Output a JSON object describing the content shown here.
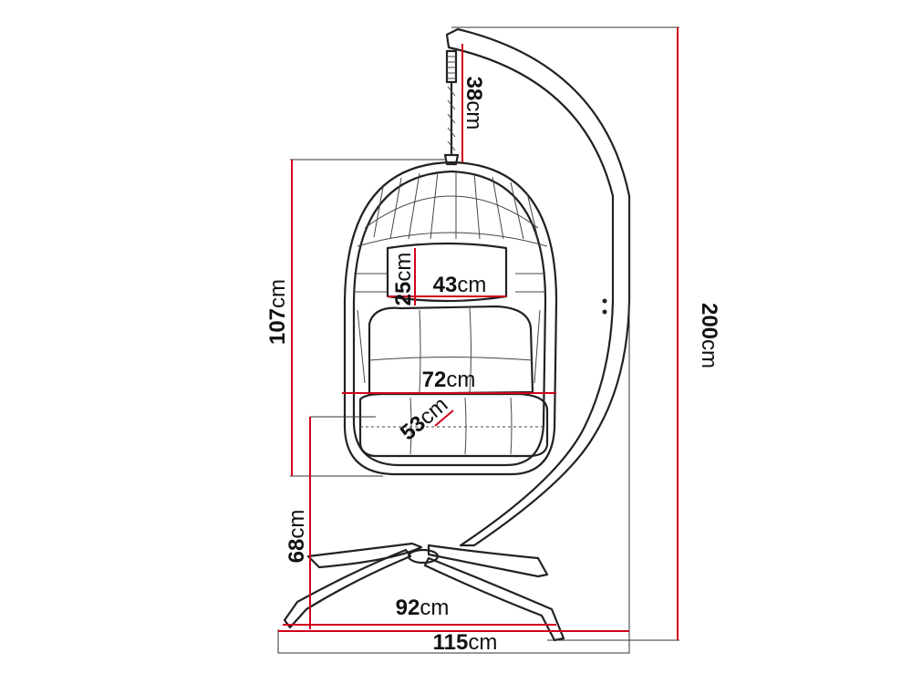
{
  "dimensions": {
    "stand_height": {
      "value": "200",
      "unit": "cm"
    },
    "chain_length": {
      "value": "38",
      "unit": "cm"
    },
    "basket_height": {
      "value": "107",
      "unit": "cm"
    },
    "pillow_height": {
      "value": "25",
      "unit": "cm"
    },
    "pillow_width": {
      "value": "43",
      "unit": "cm"
    },
    "basket_width": {
      "value": "72",
      "unit": "cm"
    },
    "seat_depth": {
      "value": "53",
      "unit": "cm"
    },
    "seat_height": {
      "value": "68",
      "unit": "cm"
    },
    "base_inner_width": {
      "value": "92",
      "unit": "cm"
    },
    "base_total_width": {
      "value": "115",
      "unit": "cm"
    }
  },
  "colors": {
    "dimension_line": "#d0021b",
    "outline": "#222222",
    "background": "#ffffff"
  }
}
